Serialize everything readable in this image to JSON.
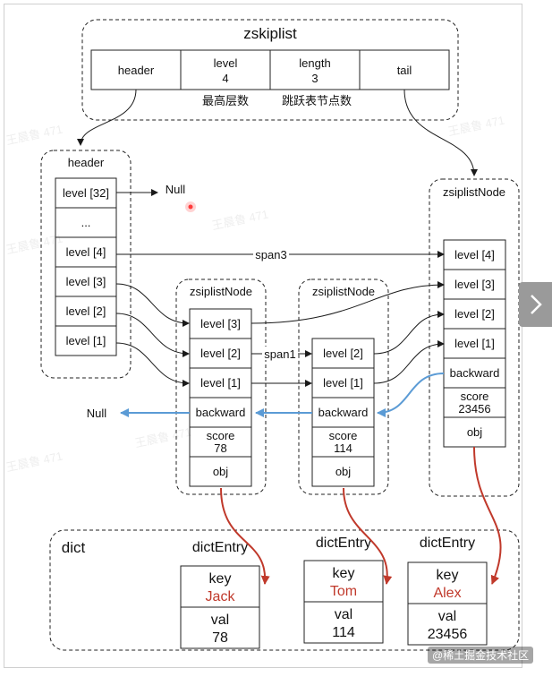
{
  "zskiplist": {
    "title": "zskiplist",
    "cells": [
      {
        "label": "header",
        "value": ""
      },
      {
        "label": "level",
        "value": "4"
      },
      {
        "label": "length",
        "value": "3"
      },
      {
        "label": "tail",
        "value": ""
      }
    ],
    "notes": [
      "最高层数",
      "跳跃表节点数"
    ]
  },
  "header_node": {
    "title": "header",
    "levels": [
      "level [32]",
      "...",
      "level [4]",
      "level [3]",
      "level [2]",
      "level [1]"
    ]
  },
  "null_top": "Null",
  "null_left": "Null",
  "span_labels": [
    "span3",
    "span1"
  ],
  "nodes": [
    {
      "title": "zsiplistNode",
      "levels": [
        "level [3]",
        "level [2]",
        "level [1]"
      ],
      "backward": "backward",
      "score_label": "score",
      "score": "78",
      "obj": "obj"
    },
    {
      "title": "zsiplistNode",
      "levels": [
        "level [2]",
        "level [1]"
      ],
      "backward": "backward",
      "score_label": "score",
      "score": "114",
      "obj": "obj"
    },
    {
      "title": "zsiplistNode",
      "levels": [
        "level [4]",
        "level [3]",
        "level [2]",
        "level [1]"
      ],
      "backward": "backward",
      "score_label": "score",
      "score": "23456",
      "obj": "obj"
    }
  ],
  "dict": {
    "title": "dict",
    "entries": [
      {
        "title": "dictEntry",
        "key_label": "key",
        "key": "Jack",
        "val_label": "val",
        "val": "78"
      },
      {
        "title": "dictEntry",
        "key_label": "key",
        "key": "Tom",
        "val_label": "val",
        "val": "114"
      },
      {
        "title": "dictEntry",
        "key_label": "key",
        "key": "Alex",
        "val_label": "val",
        "val": "23456"
      }
    ]
  },
  "watermark": "王晨鲁 471",
  "credit": "@稀土掘金技术社区",
  "colors": {
    "line": "#1a1a1a",
    "backward": "#5b9bd5",
    "obj_link": "#c0392b",
    "key_text": "#c0392b",
    "dot": "#ff3b3b"
  }
}
